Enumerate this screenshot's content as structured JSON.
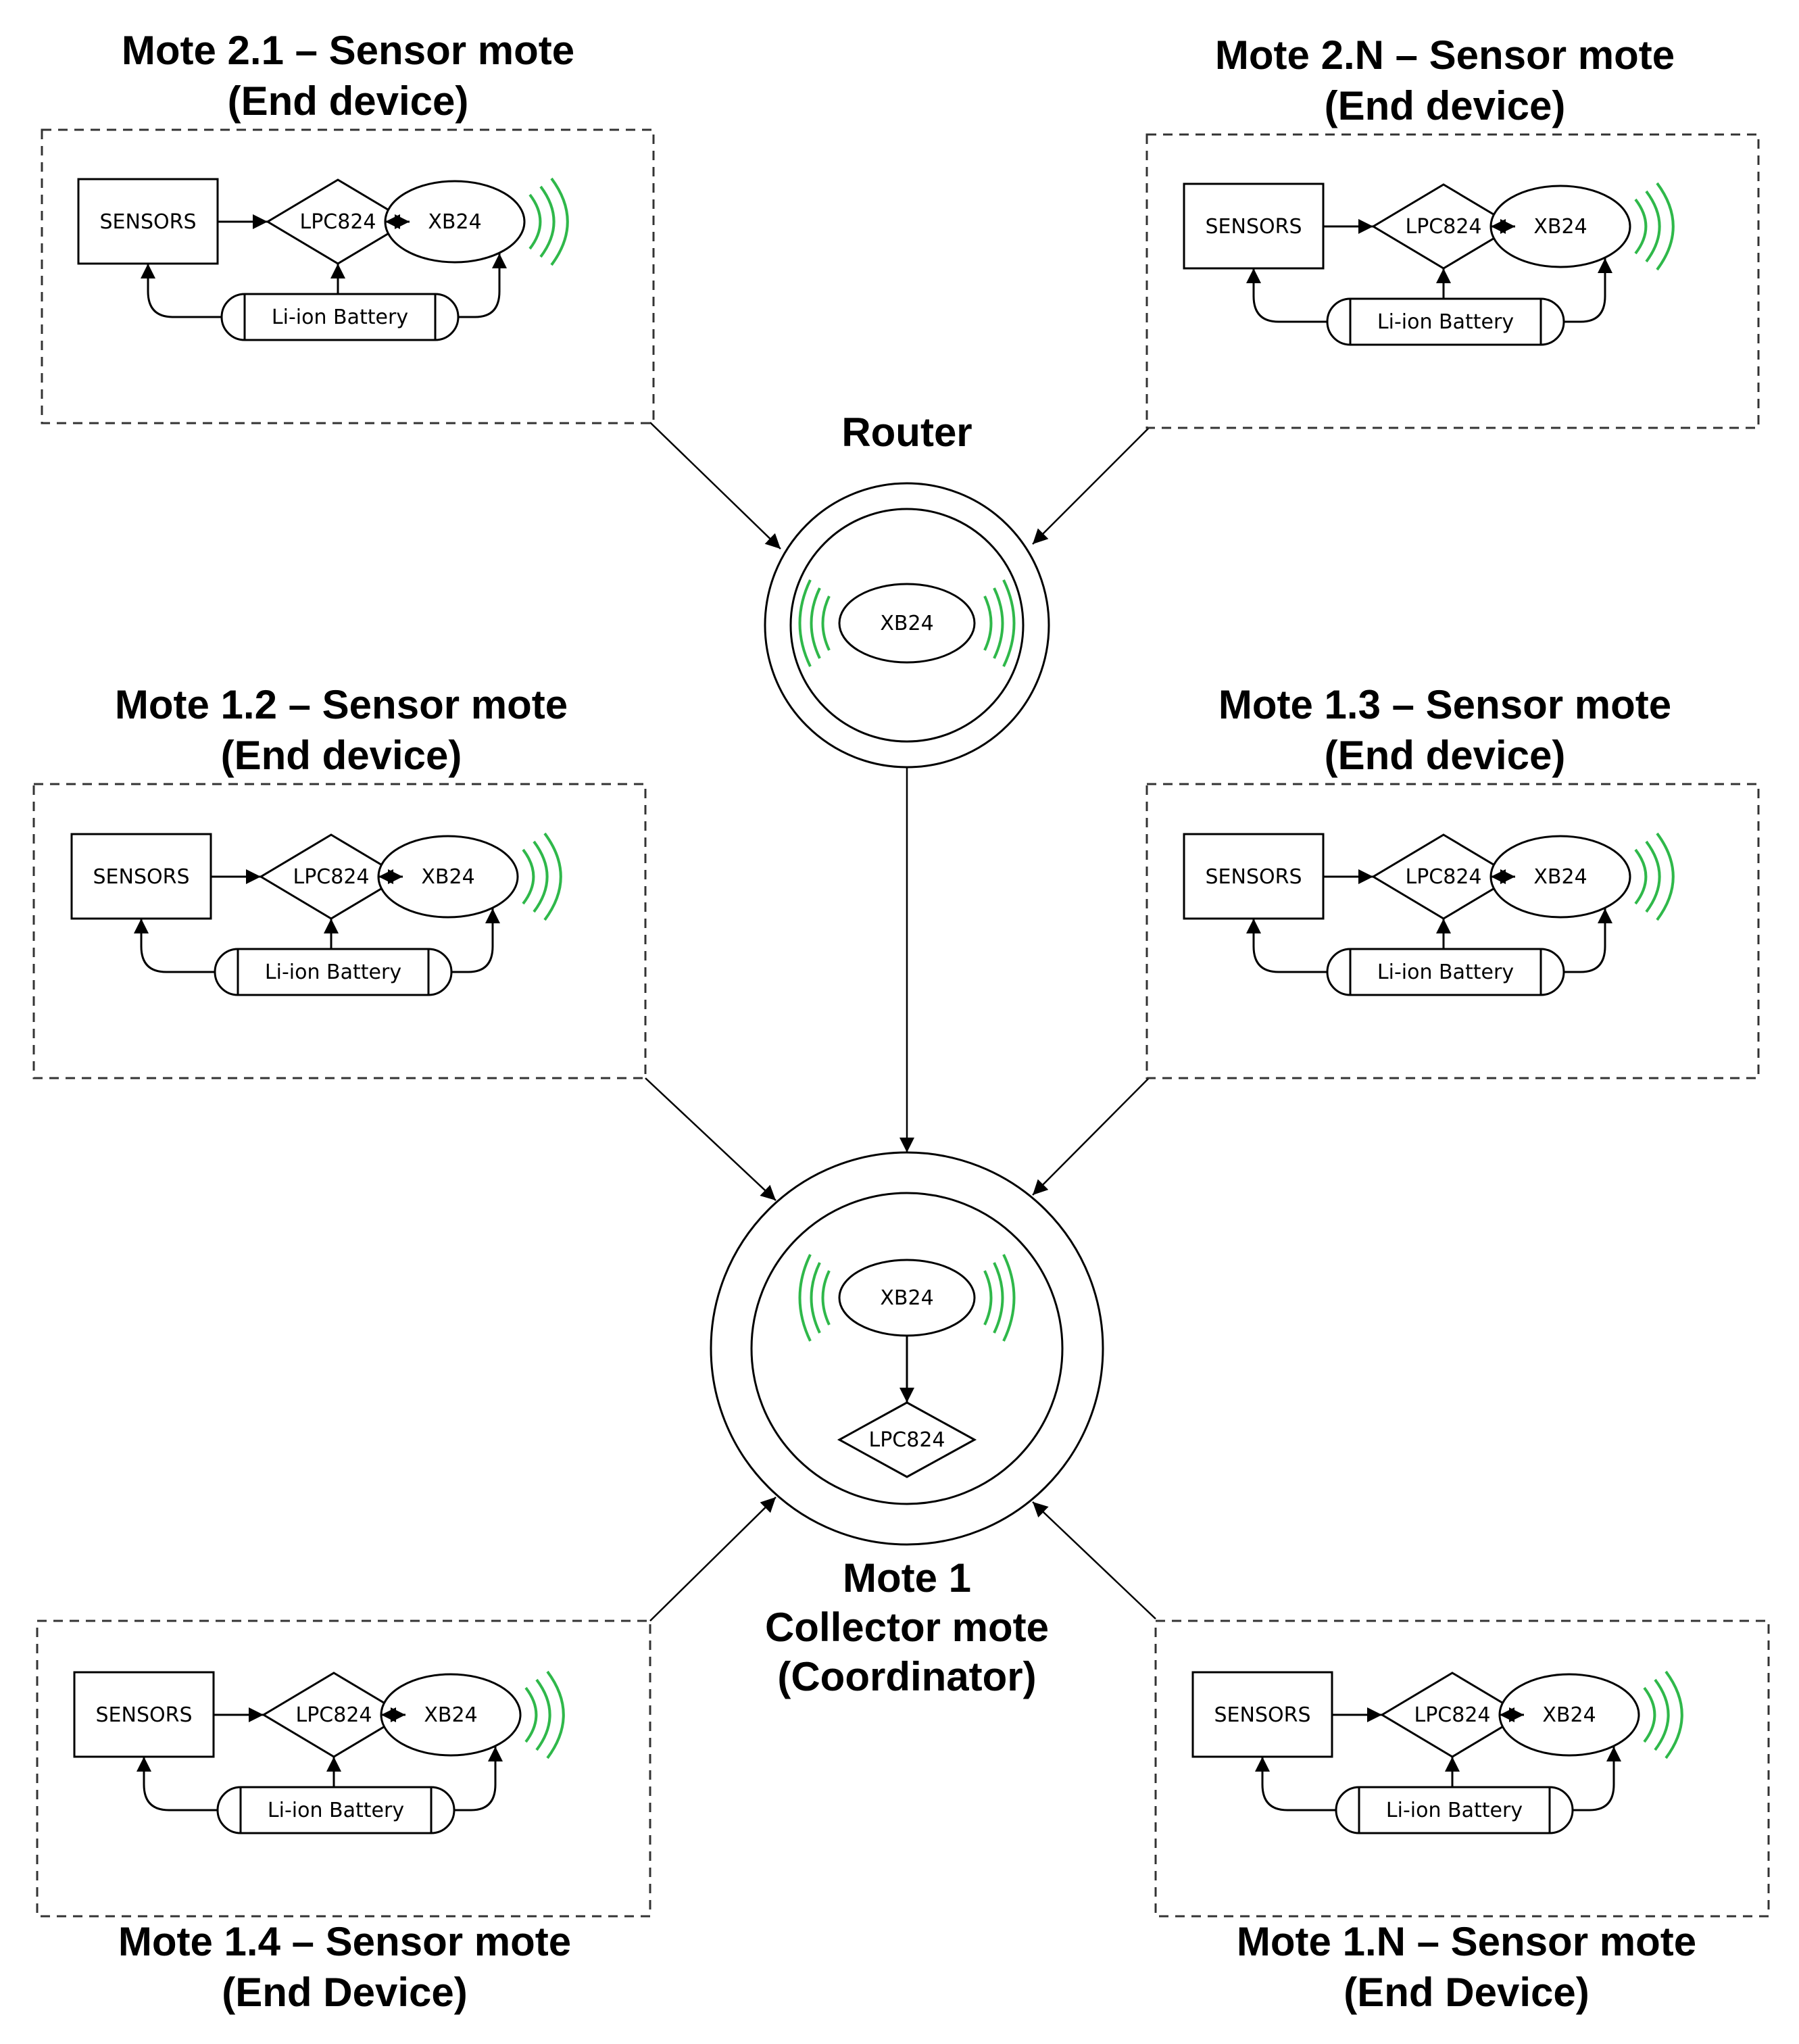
{
  "router": {
    "title": "Router",
    "radio_label": "XB24"
  },
  "coordinator": {
    "title_lines": [
      "Mote 1",
      "Collector mote",
      "(Coordinator)"
    ],
    "radio_label": "XB24",
    "mcu_label": "LPC824"
  },
  "motes": [
    {
      "id": "2.1",
      "title_lines": [
        "Mote 2.1 – Sensor mote",
        "(End device)"
      ],
      "sensors": "SENSORS",
      "mcu": "LPC824",
      "radio": "XB24",
      "battery": "Li-ion Battery"
    },
    {
      "id": "2.N",
      "title_lines": [
        "Mote 2.N – Sensor mote",
        "(End device)"
      ],
      "sensors": "SENSORS",
      "mcu": "LPC824",
      "radio": "XB24",
      "battery": "Li-ion Battery"
    },
    {
      "id": "1.2",
      "title_lines": [
        "Mote 1.2 – Sensor mote",
        "(End device)"
      ],
      "sensors": "SENSORS",
      "mcu": "LPC824",
      "radio": "XB24",
      "battery": "Li-ion Battery"
    },
    {
      "id": "1.3",
      "title_lines": [
        "Mote 1.3 – Sensor mote",
        "(End device)"
      ],
      "sensors": "SENSORS",
      "mcu": "LPC824",
      "radio": "XB24",
      "battery": "Li-ion Battery"
    },
    {
      "id": "1.4",
      "title_lines": [
        "Mote 1.4 – Sensor mote",
        "(End Device)"
      ],
      "sensors": "SENSORS",
      "mcu": "LPC824",
      "radio": "XB24",
      "battery": "Li-ion Battery"
    },
    {
      "id": "1.N",
      "title_lines": [
        "Mote 1.N – Sensor mote",
        "(End Device)"
      ],
      "sensors": "SENSORS",
      "mcu": "LPC824",
      "radio": "XB24",
      "battery": "Li-ion Battery"
    }
  ],
  "colors": {
    "signal": "#2fb84a",
    "line": "#000000",
    "dashed_border": "#333333"
  }
}
